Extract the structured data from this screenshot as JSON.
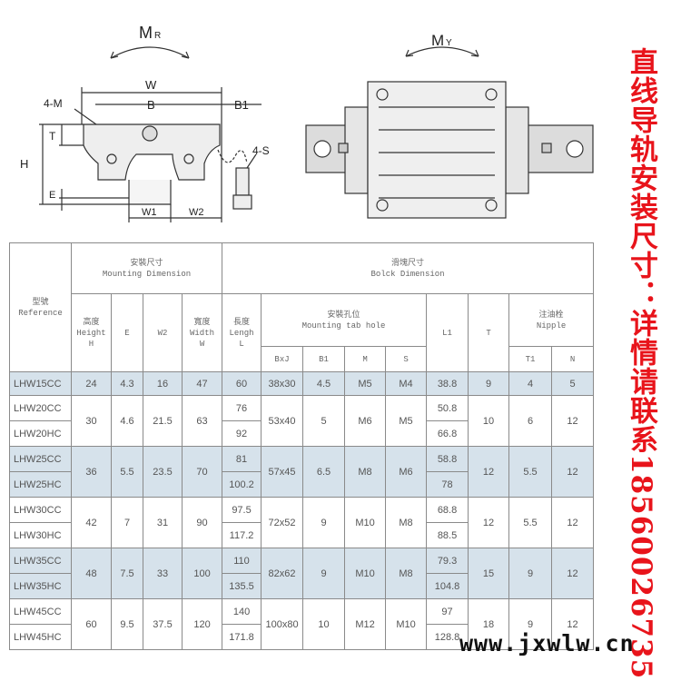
{
  "diagram_left": {
    "moment": "M",
    "moment_sub": "R",
    "labels": {
      "W": "W",
      "B": "B",
      "B1": "B1",
      "M4": "4-M",
      "T": "T",
      "H": "H",
      "E": "E",
      "W1": "W1",
      "W2": "W2",
      "S4": "4-S"
    }
  },
  "diagram_right": {
    "moment": "M",
    "moment_sub": "Y"
  },
  "side_text": "直线导轨安装尺寸：详情请联系18560026735",
  "watermark": "www.jxwlw.cn",
  "table": {
    "reference": {
      "cn": "型號",
      "en": "Reference"
    },
    "mounting": {
      "cn": "安裝尺寸",
      "en": "Mounting  Dimension"
    },
    "block": {
      "cn": "滑塊尺寸",
      "en": "Bolck Dimension"
    },
    "height": {
      "cn": "高度",
      "en": "Height",
      "sym": "H"
    },
    "e": "E",
    "w2": "W2",
    "width": {
      "cn": "寬度",
      "en": "Width",
      "sym": "W"
    },
    "length": {
      "cn": "長度",
      "en": "Lengh",
      "sym": "L"
    },
    "tab_hole": {
      "cn": "安裝孔位",
      "en": "Mounting tab hole"
    },
    "bxj": "BxJ",
    "b1": "B1",
    "m": "M",
    "s": "S",
    "l1": "L1",
    "t": "T",
    "nipple": {
      "cn": "注油栓",
      "en": "Nipple"
    },
    "t1": "T1",
    "n": "N",
    "groups": [
      {
        "refs": [
          "LHW15CC"
        ],
        "H": "24",
        "E": "4.3",
        "W2": "16",
        "W": "47",
        "L": [
          "60"
        ],
        "BxJ": "38x30",
        "B1": "4.5",
        "M": "M5",
        "S": "M4",
        "L1": [
          "38.8"
        ],
        "T": "9",
        "T1": "4",
        "N": "5"
      },
      {
        "refs": [
          "LHW20CC",
          "LHW20HC"
        ],
        "H": "30",
        "E": "4.6",
        "W2": "21.5",
        "W": "63",
        "L": [
          "76",
          "92"
        ],
        "BxJ": "53x40",
        "B1": "5",
        "M": "M6",
        "S": "M5",
        "L1": [
          "50.8",
          "66.8"
        ],
        "T": "10",
        "T1": "6",
        "N": "12"
      },
      {
        "refs": [
          "LHW25CC",
          "LHW25HC"
        ],
        "H": "36",
        "E": "5.5",
        "W2": "23.5",
        "W": "70",
        "L": [
          "81",
          "100.2"
        ],
        "BxJ": "57x45",
        "B1": "6.5",
        "M": "M8",
        "S": "M6",
        "L1": [
          "58.8",
          "78"
        ],
        "T": "12",
        "T1": "5.5",
        "N": "12"
      },
      {
        "refs": [
          "LHW30CC",
          "LHW30HC"
        ],
        "H": "42",
        "E": "7",
        "W2": "31",
        "W": "90",
        "L": [
          "97.5",
          "117.2"
        ],
        "BxJ": "72x52",
        "B1": "9",
        "M": "M10",
        "S": "M8",
        "L1": [
          "68.8",
          "88.5"
        ],
        "T": "12",
        "T1": "5.5",
        "N": "12"
      },
      {
        "refs": [
          "LHW35CC",
          "LHW35HC"
        ],
        "H": "48",
        "E": "7.5",
        "W2": "33",
        "W": "100",
        "L": [
          "110",
          "135.5"
        ],
        "BxJ": "82x62",
        "B1": "9",
        "M": "M10",
        "S": "M8",
        "L1": [
          "79.3",
          "104.8"
        ],
        "T": "15",
        "T1": "9",
        "N": "12"
      },
      {
        "refs": [
          "LHW45CC",
          "LHW45HC"
        ],
        "H": "60",
        "E": "9.5",
        "W2": "37.5",
        "W": "120",
        "L": [
          "140",
          "171.8"
        ],
        "BxJ": "100x80",
        "B1": "10",
        "M": "M12",
        "S": "M10",
        "L1": [
          "97",
          "128.8"
        ],
        "T": "18",
        "T1": "9",
        "N": "12"
      }
    ]
  }
}
